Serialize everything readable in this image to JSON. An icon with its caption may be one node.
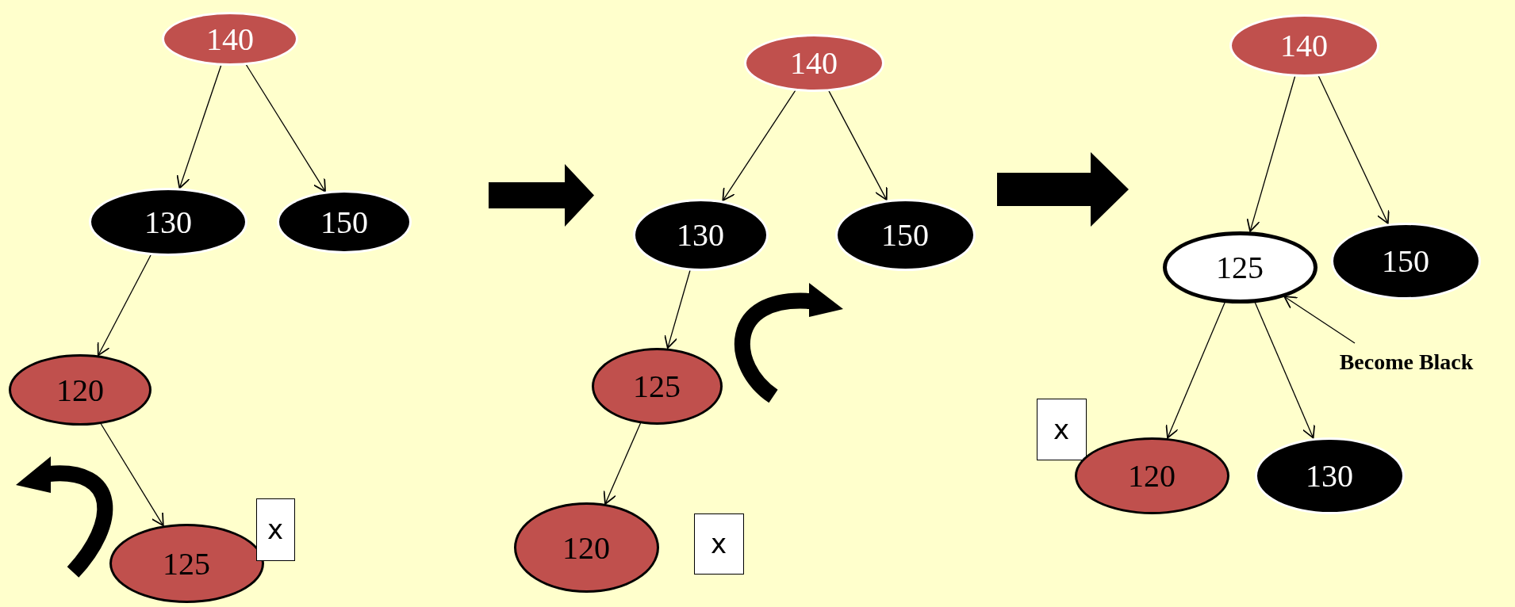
{
  "diagram": {
    "nodes": [
      {
        "text": [
          "140"
        ]
      },
      {
        "text": [
          "130"
        ]
      },
      {
        "text": [
          "150"
        ]
      },
      {
        "text": [
          "120"
        ]
      },
      {
        "text": [
          "125"
        ]
      },
      {
        "text": [
          "x"
        ]
      },
      {
        "text": [
          "140"
        ]
      },
      {
        "text": [
          "130"
        ]
      },
      {
        "text": [
          "150"
        ]
      },
      {
        "text": [
          "125"
        ]
      },
      {
        "text": [
          "120"
        ]
      },
      {
        "text": [
          "x"
        ]
      },
      {
        "text": [
          "140"
        ]
      },
      {
        "text": [
          "125"
        ]
      },
      {
        "text": [
          "150"
        ]
      },
      {
        "text": [
          "x"
        ]
      },
      {
        "text": [
          "120"
        ]
      },
      {
        "text": [
          "130"
        ]
      },
      {
        "text": [
          "Become Black"
        ]
      }
    ],
    "edges": [
      {
        "from": 0,
        "to": 1,
        "arrow": "to"
      },
      {
        "from": 0,
        "to": 2,
        "arrow": "to"
      },
      {
        "from": 1,
        "to": 3,
        "arrow": "to"
      },
      {
        "from": 3,
        "to": 4,
        "arrow": "to"
      },
      {
        "from": 6,
        "to": 7,
        "arrow": "to"
      },
      {
        "from": 6,
        "to": 8,
        "arrow": "to"
      },
      {
        "from": 7,
        "to": 9,
        "arrow": "to"
      },
      {
        "from": 9,
        "to": 10,
        "arrow": "to"
      },
      {
        "from": 12,
        "to": 13,
        "arrow": "to"
      },
      {
        "from": 12,
        "to": 14,
        "arrow": "to"
      },
      {
        "from": 13,
        "to": 16,
        "arrow": "to"
      },
      {
        "from": 13,
        "to": 17,
        "arrow": "to"
      },
      {
        "from": 18,
        "to": 13,
        "arrow": "to"
      }
    ]
  }
}
